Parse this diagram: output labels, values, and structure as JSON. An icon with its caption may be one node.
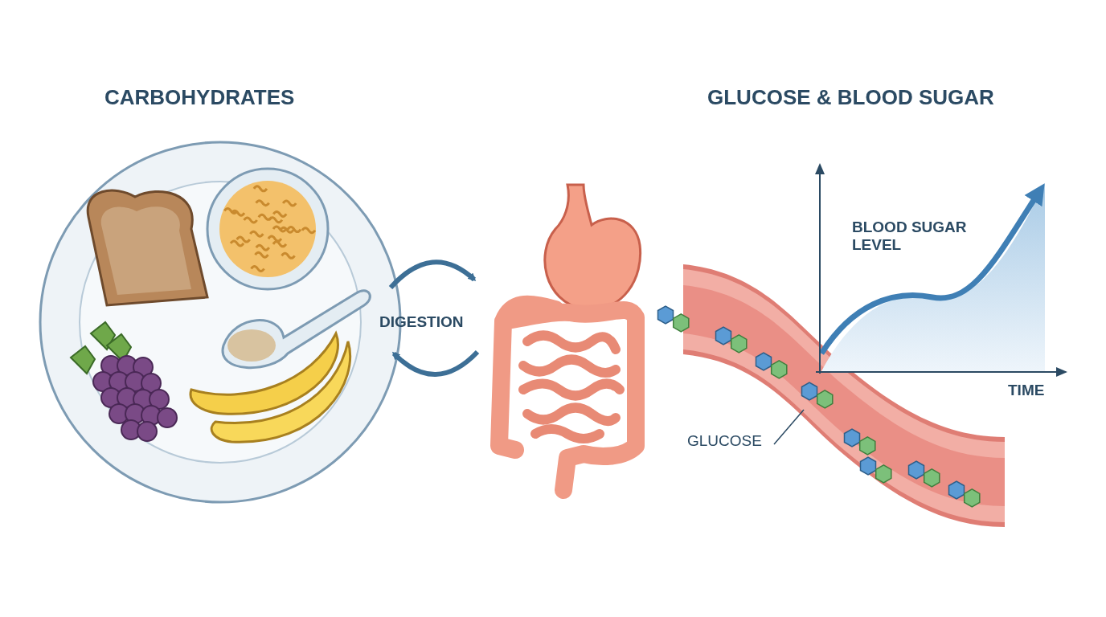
{
  "diagram": {
    "nodes": [
      {
        "text": [],
        "shape": "picture"
      },
      {
        "text": [],
        "shape": "picture"
      },
      {
        "text": [
          "GLUCOSE"
        ]
      },
      {
        "text": [],
        "shape": "picture"
      }
    ],
    "edges": [
      {
        "from": 0,
        "to": 1,
        "arrow": "to"
      },
      {
        "from": 1,
        "to": 0,
        "arrow": "to"
      },
      {
        "from": 2,
        "to": 3,
        "arrow": "none"
      }
    ],
    "labels": [
      "CARBOHYDRATES",
      "GLUCOSE & BLOOD SUGAR",
      "DIGESTION",
      "BLOOD SUGAR LEVEL",
      "TIME"
    ]
  }
}
